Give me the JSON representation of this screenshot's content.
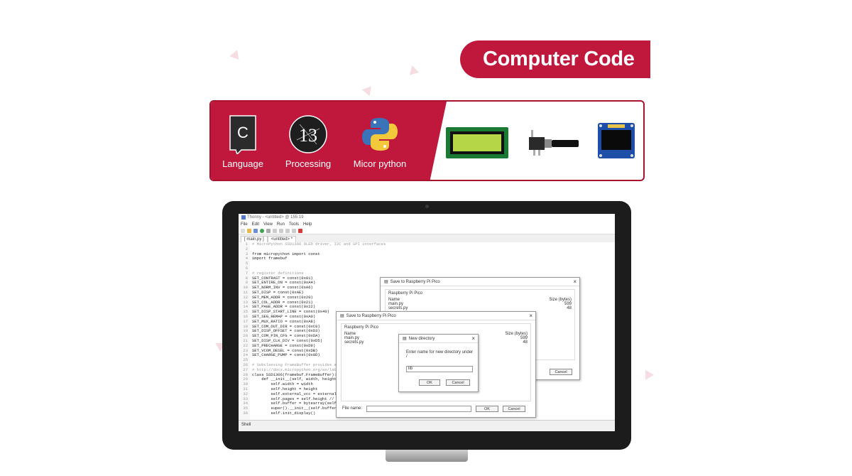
{
  "banner": {
    "title": "Computer Code"
  },
  "tools": [
    {
      "label": "Language",
      "icon": "c-language-icon"
    },
    {
      "label": "Processing",
      "icon": "processing-icon"
    },
    {
      "label": "Micor python",
      "icon": "python-icon"
    }
  ],
  "hardware": [
    {
      "icon": "lcd-display-icon"
    },
    {
      "icon": "potentiometer-icon"
    },
    {
      "icon": "oled-module-icon"
    }
  ],
  "ide": {
    "window_title": "Thonny - <untitled> @ 155:19",
    "menu": [
      "File",
      "Edit",
      "View",
      "Run",
      "Tools",
      "Help"
    ],
    "tabs": [
      "[ main.py ]",
      "<untitled> *"
    ],
    "code_lines": [
      "# MicroPython SSD1306 OLED driver, I2C and SPI interfaces",
      "",
      "from micropython import const",
      "import framebuf",
      "",
      "",
      "# register definitions",
      "SET_CONTRAST = const(0x81)",
      "SET_ENTIRE_ON = const(0xA4)",
      "SET_NORM_INV = const(0xA6)",
      "SET_DISP = const(0xAE)",
      "SET_MEM_ADDR = const(0x20)",
      "SET_COL_ADDR = const(0x21)",
      "SET_PAGE_ADDR = const(0x22)",
      "SET_DISP_START_LINE = const(0x40)",
      "SET_SEG_REMAP = const(0xA0)",
      "SET_MUX_RATIO = const(0xA8)",
      "SET_COM_OUT_DIR = const(0xC0)",
      "SET_DISP_OFFSET = const(0xD3)",
      "SET_COM_PIN_CFG = const(0xDA)",
      "SET_DISP_CLK_DIV = const(0xD5)",
      "SET_PRECHARGE = const(0xD9)",
      "SET_VCOM_DESEL = const(0xDB)",
      "SET_CHARGE_PUMP = const(0x8D)",
      "",
      "# Subclassing FrameBuffer provides su",
      "# http://docs.micropython.org/en/late",
      "class SSD1306(framebuf.FrameBuffer):",
      "    def __init__(self, width, height,",
      "        self.width = width",
      "        self.height = height",
      "        self.external_vcc = external_",
      "        self.pages = self.height // 8",
      "        self.buffer = bytearray(self.",
      "        super().__init__(self.buffer, self.width, self.height, framebuf.MONO_VLSB)",
      "        self.init_display()"
    ],
    "shell_label": "Shell"
  },
  "dialog_back": {
    "title": "Save to Raspberry Pi Pico",
    "location": "Raspberry Pi Pico",
    "col_name": "Name",
    "col_size": "Size (bytes)",
    "files": [
      {
        "name": "main.py",
        "size": "599"
      },
      {
        "name": "secrets.py",
        "size": "48"
      }
    ],
    "cancel_label": "Cancel"
  },
  "dialog_mid": {
    "title": "Save to Raspberry Pi Pico",
    "location": "Raspberry Pi Pico",
    "col_name": "Name",
    "col_size": "Size (bytes)",
    "files": [
      {
        "name": "main.py",
        "size": "599"
      },
      {
        "name": "secrets.py",
        "size": "48"
      }
    ],
    "filename_label": "File name:",
    "ok_label": "OK",
    "cancel_label": "Cancel"
  },
  "dialog_new_dir": {
    "title": "New directory",
    "prompt": "Enter name for new directory under /",
    "value": "lib",
    "ok_label": "OK",
    "cancel_label": "Cancel"
  }
}
